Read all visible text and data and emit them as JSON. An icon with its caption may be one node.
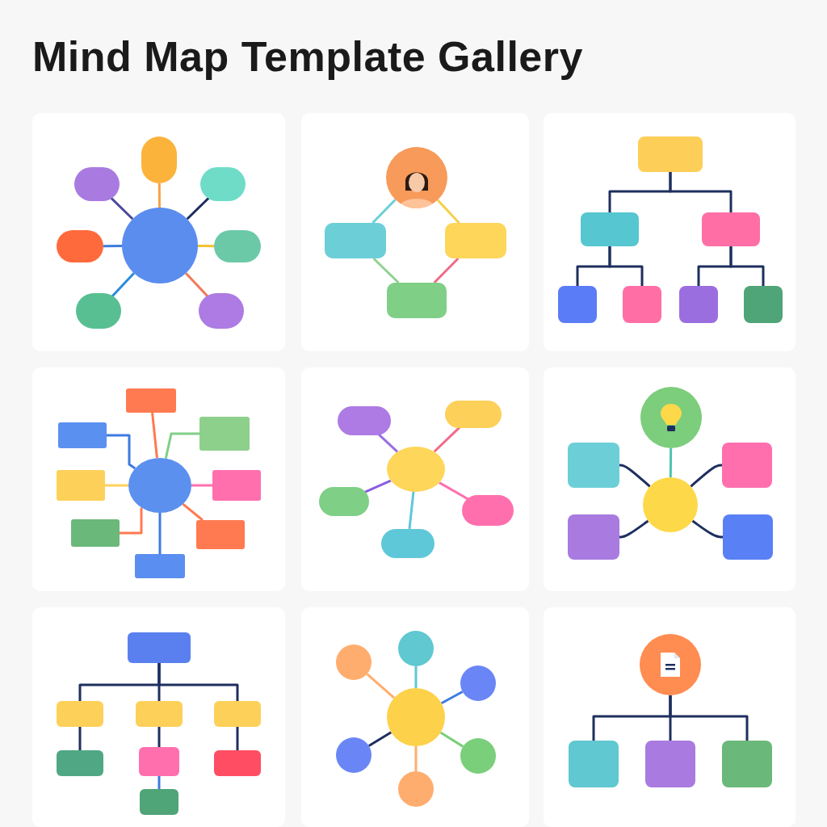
{
  "diagram": {
    "title": "Mind Map Template Gallery",
    "nodes": [
      {
        "text": [],
        "shape": "circle"
      },
      {
        "text": [],
        "shape": "box"
      },
      {
        "text": [],
        "shape": "box"
      },
      {
        "text": [],
        "shape": "box"
      },
      {
        "text": [],
        "shape": "box"
      },
      {
        "text": [],
        "shape": "box"
      },
      {
        "text": [],
        "shape": "box"
      },
      {
        "text": [],
        "shape": "box"
      },
      {
        "text": [],
        "shape": "person"
      },
      {
        "text": [],
        "shape": "box"
      },
      {
        "text": [],
        "shape": "box"
      },
      {
        "text": [],
        "shape": "box"
      },
      {
        "text": [],
        "shape": "box"
      },
      {
        "text": [],
        "shape": "box"
      },
      {
        "text": [],
        "shape": "box"
      },
      {
        "text": [],
        "shape": "box"
      },
      {
        "text": [],
        "shape": "box"
      },
      {
        "text": [],
        "shape": "box"
      },
      {
        "text": [],
        "shape": "box"
      },
      {
        "text": [],
        "shape": "box"
      },
      {
        "text": [],
        "shape": "box"
      },
      {
        "text": [],
        "shape": "box"
      },
      {
        "text": [],
        "shape": "box"
      },
      {
        "text": [],
        "shape": "circle"
      },
      {
        "text": [],
        "shape": "box"
      },
      {
        "text": [],
        "shape": "box"
      },
      {
        "text": [],
        "shape": "box"
      },
      {
        "text": [],
        "shape": "box"
      },
      {
        "text": [],
        "shape": "box"
      },
      {
        "text": [],
        "shape": "box"
      },
      {
        "text": [],
        "shape": "circle"
      },
      {
        "text": [],
        "shape": "box"
      },
      {
        "text": [],
        "shape": "box"
      },
      {
        "text": [],
        "shape": "box"
      },
      {
        "text": [],
        "shape": "circle"
      },
      {
        "text": [],
        "shape": "box"
      },
      {
        "text": [],
        "shape": "box"
      },
      {
        "text": [],
        "shape": "circle"
      },
      {
        "text": [],
        "shape": "box"
      },
      {
        "text": [],
        "shape": "box"
      },
      {
        "text": [],
        "shape": "box"
      },
      {
        "text": [],
        "shape": "box"
      },
      {
        "text": [],
        "shape": "box"
      },
      {
        "text": [],
        "shape": "box"
      },
      {
        "text": [],
        "shape": "box"
      },
      {
        "text": [],
        "shape": "box"
      },
      {
        "text": [],
        "shape": "box"
      },
      {
        "text": [],
        "shape": "box"
      },
      {
        "text": [],
        "shape": "circle"
      },
      {
        "text": [],
        "shape": "circle"
      },
      {
        "text": [],
        "shape": "circle"
      },
      {
        "text": [],
        "shape": "circle"
      },
      {
        "text": [],
        "shape": "circle"
      },
      {
        "text": [],
        "shape": "circle"
      },
      {
        "text": [],
        "shape": "circle"
      },
      {
        "text": [],
        "shape": "circle"
      },
      {
        "text": [],
        "shape": "box"
      },
      {
        "text": [],
        "shape": "box"
      },
      {
        "text": [],
        "shape": "box"
      }
    ],
    "edges": [
      {
        "from": 0,
        "to": 1,
        "arrow": "none",
        "color": "#f5a445"
      },
      {
        "from": 0,
        "to": 2,
        "arrow": "none",
        "color": "#4b4a9c"
      },
      {
        "from": 0,
        "to": 3,
        "arrow": "none"
      },
      {
        "from": 0,
        "to": 4,
        "arrow": "none",
        "color": "#3d7be0"
      },
      {
        "from": 0,
        "to": 5,
        "arrow": "none",
        "color": "#f2c12e"
      },
      {
        "from": 0,
        "to": 6,
        "arrow": "none",
        "color": "#2b8ad9"
      },
      {
        "from": 0,
        "to": 7,
        "arrow": "none",
        "color": "#f07a5a"
      },
      {
        "from": 8,
        "to": 9,
        "arrow": "none",
        "color": "#6ccfd8"
      },
      {
        "from": 8,
        "to": 10,
        "arrow": "none",
        "color": "#f5d04a"
      },
      {
        "from": 9,
        "to": 11,
        "arrow": "none",
        "color": "#8fd18f"
      },
      {
        "from": 10,
        "to": 11,
        "arrow": "none",
        "color": "#f06a8a"
      },
      {
        "from": 12,
        "to": 13,
        "arrow": "none"
      },
      {
        "from": 12,
        "to": 14,
        "arrow": "none"
      },
      {
        "from": 13,
        "to": 15,
        "arrow": "none"
      },
      {
        "from": 13,
        "to": 16,
        "arrow": "none"
      },
      {
        "from": 14,
        "to": 17,
        "arrow": "none"
      },
      {
        "from": 14,
        "to": 18,
        "arrow": "none"
      },
      {
        "from": 23,
        "to": 19,
        "arrow": "none",
        "color": "#ff7a50"
      },
      {
        "from": 23,
        "to": 20,
        "arrow": "none",
        "color": "#3d7be0"
      },
      {
        "from": 23,
        "to": 21,
        "arrow": "none",
        "color": "#7fcf86"
      },
      {
        "from": 23,
        "to": 22,
        "arrow": "none",
        "color": "#fdd05a"
      },
      {
        "from": 23,
        "to": 24,
        "arrow": "none",
        "color": "#ff6fae"
      },
      {
        "from": 23,
        "to": 25,
        "arrow": "none",
        "color": "#ff7a50"
      },
      {
        "from": 23,
        "to": 26,
        "arrow": "none",
        "color": "#ff7a50"
      },
      {
        "from": 23,
        "to": 27,
        "arrow": "none",
        "color": "#3d7be0"
      },
      {
        "from": 30,
        "to": 28,
        "arrow": "none",
        "color": "#9b6ee0"
      },
      {
        "from": 30,
        "to": 29,
        "arrow": "none",
        "color": "#f06a8a"
      },
      {
        "from": 30,
        "to": 31,
        "arrow": "none",
        "color": "#8a5ee0"
      },
      {
        "from": 30,
        "to": 32,
        "arrow": "none",
        "color": "#ff6fae"
      },
      {
        "from": 30,
        "to": 33,
        "arrow": "none",
        "color": "#5fc8d8"
      },
      {
        "from": 37,
        "to": 34,
        "arrow": "none",
        "color": "#4fc3b0"
      },
      {
        "from": 37,
        "to": 35,
        "arrow": "none"
      },
      {
        "from": 37,
        "to": 36,
        "arrow": "none"
      },
      {
        "from": 37,
        "to": 38,
        "arrow": "none"
      },
      {
        "from": 37,
        "to": 39,
        "arrow": "none"
      },
      {
        "from": 40,
        "to": 41,
        "arrow": "none"
      },
      {
        "from": 40,
        "to": 42,
        "arrow": "none"
      },
      {
        "from": 40,
        "to": 43,
        "arrow": "none"
      },
      {
        "from": 41,
        "to": 44,
        "arrow": "none"
      },
      {
        "from": 42,
        "to": 45,
        "arrow": "none"
      },
      {
        "from": 43,
        "to": 46,
        "arrow": "none"
      },
      {
        "from": 45,
        "to": 47,
        "arrow": "none",
        "color": "#3d7be0"
      },
      {
        "from": 51,
        "to": 48,
        "arrow": "none",
        "color": "#5fc8d0"
      },
      {
        "from": 51,
        "to": 49,
        "arrow": "none",
        "color": "#ffad6e"
      },
      {
        "from": 51,
        "to": 50,
        "arrow": "none",
        "color": "#3d7be0"
      },
      {
        "from": 51,
        "to": 52,
        "arrow": "none"
      },
      {
        "from": 51,
        "to": 53,
        "arrow": "none",
        "color": "#7acf7a"
      },
      {
        "from": 51,
        "to": 54,
        "arrow": "none",
        "color": "#ffad6e"
      },
      {
        "from": 55,
        "to": 56,
        "arrow": "none"
      },
      {
        "from": 55,
        "to": 57,
        "arrow": "none"
      },
      {
        "from": 55,
        "to": 58,
        "arrow": "none"
      }
    ]
  }
}
